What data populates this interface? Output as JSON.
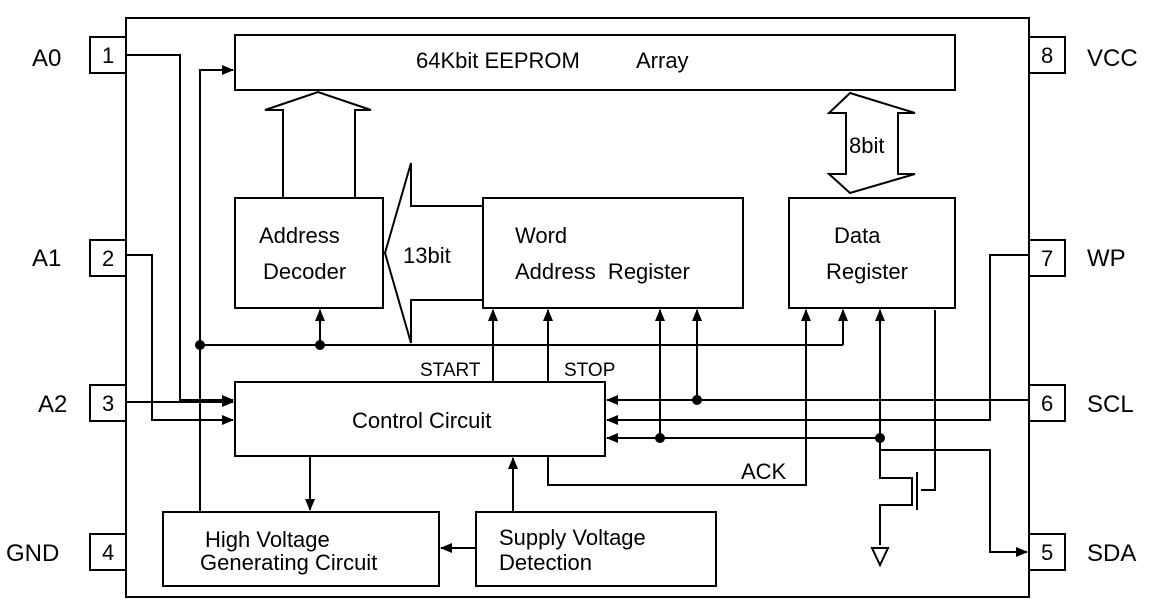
{
  "pins": {
    "a0": {
      "name": "A0",
      "number": "1"
    },
    "a1": {
      "name": "A1",
      "number": "2"
    },
    "a2": {
      "name": "A2",
      "number": "3"
    },
    "gnd": {
      "name": "GND",
      "number": "4"
    },
    "vcc": {
      "name": "VCC",
      "number": "8"
    },
    "wp": {
      "name": "WP",
      "number": "7"
    },
    "scl": {
      "name": "SCL",
      "number": "6"
    },
    "sda": {
      "name": "SDA",
      "number": "5"
    }
  },
  "blocks": {
    "eeprom": {
      "part1": "64Kbit EEPROM",
      "part2": "Array"
    },
    "addr_dec": {
      "line1": "Address",
      "line2": "Decoder"
    },
    "word_reg": {
      "line1": "Word",
      "line2": "Address  Register"
    },
    "data_reg": {
      "line1": "Data",
      "line2": "Register"
    },
    "control": {
      "label": "Control Circuit"
    },
    "hv_gen": {
      "line1": "High Voltage",
      "line2": "Generating Circuit"
    },
    "supply": {
      "line1": "Supply Voltage",
      "line2": "Detection"
    }
  },
  "labels": {
    "bus_13": "13bit",
    "bus_8": "8bit",
    "start": "START",
    "stop": "STOP",
    "ack": "ACK"
  }
}
